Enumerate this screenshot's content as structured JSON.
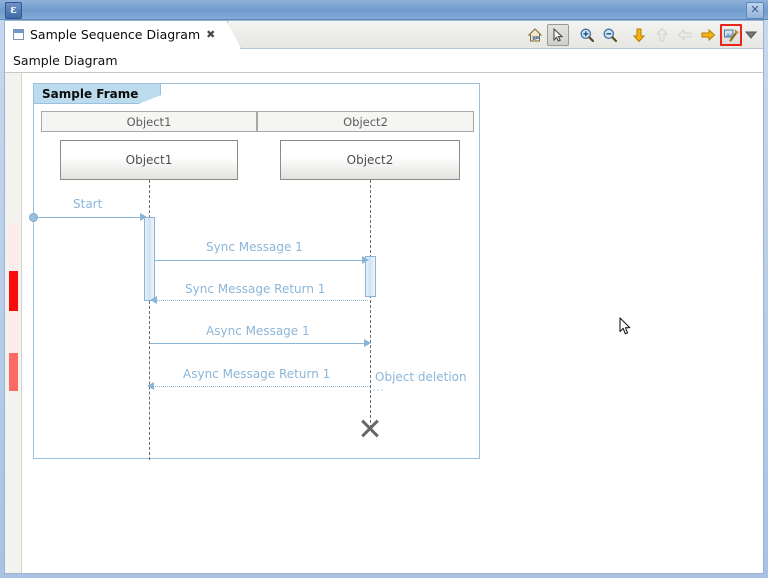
{
  "window": {
    "app_icon": "eclipse-icon",
    "close_label": "✕"
  },
  "tab": {
    "label": "Sample Sequence Diagram",
    "close_label": "✖",
    "doc_icon": "document-icon"
  },
  "toolbar": {
    "items": [
      {
        "name": "home-icon",
        "title": "Home",
        "state": "normal"
      },
      {
        "name": "select-pointer-icon",
        "title": "Select",
        "state": "pressed"
      },
      {
        "name": "zoom-in-icon",
        "title": "Zoom In",
        "state": "normal"
      },
      {
        "name": "zoom-out-icon",
        "title": "Zoom Out",
        "state": "normal"
      },
      {
        "name": "arrow-down-icon",
        "title": "Go Down",
        "state": "normal"
      },
      {
        "name": "arrow-up-icon",
        "title": "Go Up",
        "state": "disabled"
      },
      {
        "name": "arrow-left-icon",
        "title": "Go Back",
        "state": "disabled"
      },
      {
        "name": "arrow-right-icon",
        "title": "Go Forward",
        "state": "normal"
      },
      {
        "name": "configure-icon",
        "title": "Configure",
        "state": "highlighted"
      }
    ],
    "menu_chevron": "view-menu-chevron-icon",
    "highlight_color": "#e8241b"
  },
  "breadcrumb": {
    "text": "Sample Diagram"
  },
  "diagram": {
    "frame_label": "Sample Frame",
    "accent_color": "#8cb6d9",
    "lifelines": [
      {
        "header": "Object1",
        "box": "Object1"
      },
      {
        "header": "Object2",
        "box": "Object2"
      }
    ],
    "messages": [
      {
        "label": "Start",
        "kind": "found",
        "direction": "right"
      },
      {
        "label": "Sync Message 1",
        "kind": "sync",
        "direction": "right"
      },
      {
        "label": "Sync Message Return 1",
        "kind": "return",
        "direction": "left"
      },
      {
        "label": "Async Message 1",
        "kind": "async",
        "direction": "right"
      },
      {
        "label": "Async Message Return 1",
        "kind": "return",
        "direction": "left"
      }
    ],
    "deletion_label": "Object deletion",
    "deletion_ellipsis": "…",
    "deletion_marker": "destruction-x-icon"
  }
}
